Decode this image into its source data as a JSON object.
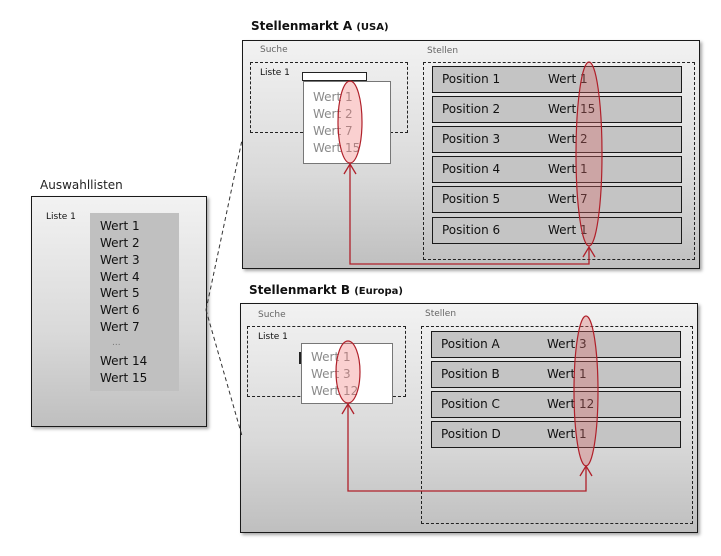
{
  "auswahllisten": {
    "title": "Auswahllisten",
    "list_label": "Liste 1",
    "items": [
      "Wert 1",
      "Wert 2",
      "Wert 3",
      "Wert 4",
      "Wert 5",
      "Wert 6",
      "Wert 7",
      "...",
      "Wert 14",
      "Wert 15"
    ]
  },
  "market_a": {
    "title": "Stellenmarkt A",
    "title_suffix": "(USA)",
    "search_label": "Suche",
    "list_label": "Liste 1",
    "dropdown_items": [
      "Wert 1",
      "Wert 2",
      "Wert 7",
      "Wert 15"
    ],
    "positions_label": "Stellen",
    "positions": [
      {
        "name": "Position 1",
        "value": "Wert 1"
      },
      {
        "name": "Position 2",
        "value": "Wert 15"
      },
      {
        "name": "Position 3",
        "value": "Wert 2"
      },
      {
        "name": "Position 4",
        "value": "Wert 1"
      },
      {
        "name": "Position 5",
        "value": "Wert 7"
      },
      {
        "name": "Position 6",
        "value": "Wert 1"
      }
    ]
  },
  "market_b": {
    "title": "Stellenmarkt B",
    "title_suffix": "(Europa)",
    "search_label": "Suche",
    "list_label": "Liste 1",
    "dropdown_items": [
      "Wert 1",
      "Wert 3",
      "Wert 12"
    ],
    "positions_label": "Stellen",
    "positions": [
      {
        "name": "Position A",
        "value": "Wert 3"
      },
      {
        "name": "Position B",
        "value": "Wert 1"
      },
      {
        "name": "Position C",
        "value": "Wert 12"
      },
      {
        "name": "Position D",
        "value": "Wert 1"
      }
    ]
  },
  "colors": {
    "highlight_stroke": "#b0202a",
    "highlight_fill": "#f4a6a6",
    "row_fill": "#c4c4c4",
    "list_fill": "#c0c0c0"
  }
}
